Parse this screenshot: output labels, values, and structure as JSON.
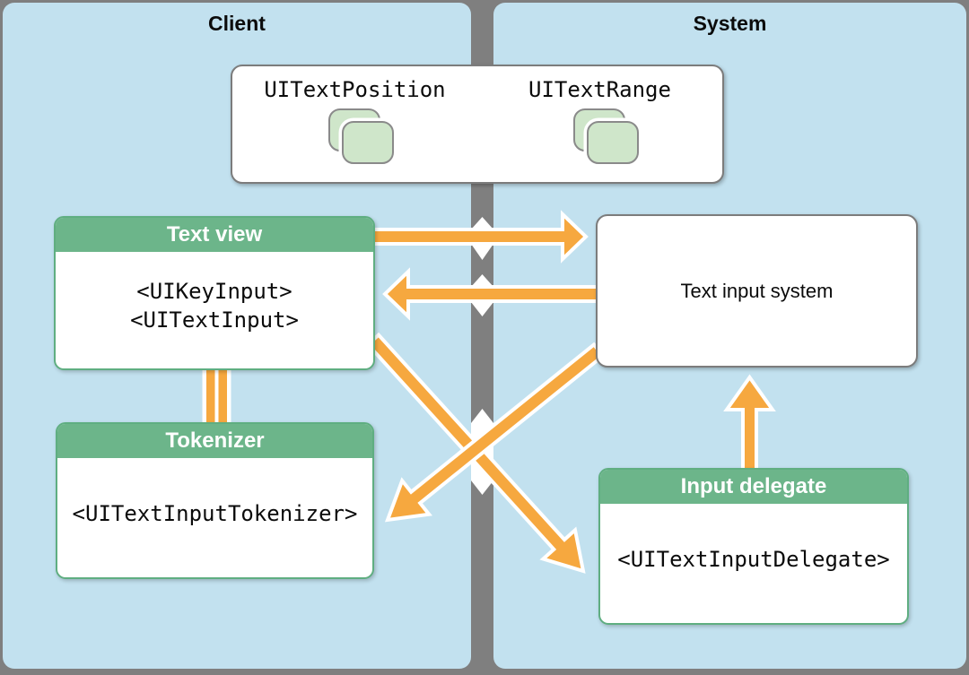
{
  "panels": {
    "client": {
      "label": "Client"
    },
    "system": {
      "label": "System"
    }
  },
  "top_box": {
    "items": [
      {
        "label": "UITextPosition",
        "icon": "stacked-cards-icon"
      },
      {
        "label": "UITextRange",
        "icon": "stacked-cards-icon"
      }
    ]
  },
  "boxes": {
    "text_view": {
      "title": "Text view",
      "protocols": [
        "<UIKeyInput>",
        "<UITextInput>"
      ]
    },
    "text_input_system": {
      "label": "Text input system"
    },
    "tokenizer": {
      "title": "Tokenizer",
      "protocols": [
        "<UITextInputTokenizer>"
      ]
    },
    "input_delegate": {
      "title": "Input delegate",
      "protocols": [
        "<UITextInputDelegate>"
      ]
    }
  },
  "connections": [
    {
      "from": "Text view",
      "to": "Text input system",
      "style": "arrow"
    },
    {
      "from": "Text input system",
      "to": "Text view",
      "style": "arrow"
    },
    {
      "from": "Text view",
      "to": "Tokenizer",
      "style": "double-line"
    },
    {
      "from": "Text view",
      "to": "Input delegate",
      "style": "arrow"
    },
    {
      "from": "Text input system",
      "to": "Tokenizer",
      "style": "arrow"
    },
    {
      "from": "Input delegate",
      "to": "Text input system",
      "style": "arrow"
    }
  ],
  "colors": {
    "panel_blue": "#c2e1ef",
    "divider_gray": "#7f7f7f",
    "accent_orange": "#f6a83f",
    "header_green": "#6cb58a",
    "green_border": "#5fae81",
    "icon_green": "#cfe6ca",
    "box_border_gray": "#7c7c7c",
    "arrow_outline": "#ffffff"
  }
}
